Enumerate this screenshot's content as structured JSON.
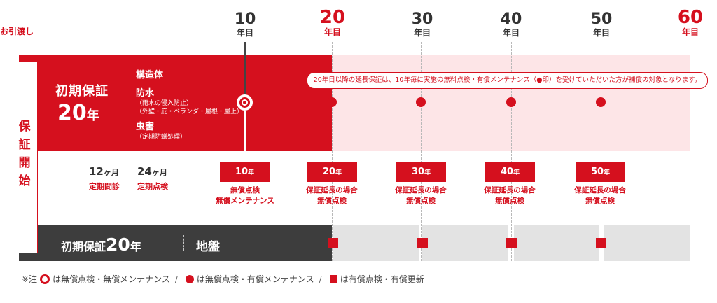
{
  "handover_label": "お引渡し",
  "years": [
    {
      "n": "10",
      "u": "年目"
    },
    {
      "n": "20",
      "u": "年目"
    },
    {
      "n": "30",
      "u": "年目"
    },
    {
      "n": "40",
      "u": "年目"
    },
    {
      "n": "50",
      "u": "年目"
    },
    {
      "n": "60",
      "u": "年目"
    }
  ],
  "warranty_start": "保証開始",
  "initial": {
    "title": "初期保証",
    "years_num": "20",
    "years_unit": "年",
    "items": [
      {
        "head": "構造体"
      },
      {
        "head": "防水",
        "sub1": "（雨水の侵入防止）",
        "sub2": "（外壁・庇・ベランダ・屋根・屋上）"
      },
      {
        "head": "虫害",
        "sub1": "（定期防蟻処理）"
      }
    ]
  },
  "callout": "20年目以降の延長保証は、10年毎に実施の無料点検・有償メンテナンス（●印）を受けていただいた方が補償の対象となります。",
  "early": [
    {
      "num": "12",
      "unit": "ヶ月",
      "label": "定期問診"
    },
    {
      "num": "24",
      "unit": "ヶ月",
      "label": "定期点検"
    }
  ],
  "milestones": [
    {
      "num": "10",
      "unit": "年",
      "line1": "無償点検",
      "line2": "無償メンテナンス"
    },
    {
      "num": "20",
      "unit": "年",
      "line1": "保証延長の場合",
      "line2": "無償点検"
    },
    {
      "num": "30",
      "unit": "年",
      "line1": "保証延長の場合",
      "line2": "無償点検"
    },
    {
      "num": "40",
      "unit": "年",
      "line1": "保証延長の場合",
      "line2": "無償点検"
    },
    {
      "num": "50",
      "unit": "年",
      "line1": "保証延長の場合",
      "line2": "無償点検"
    }
  ],
  "ground": {
    "title_a": "初期保証",
    "title_num": "20",
    "title_b": "年",
    "item": "地盤"
  },
  "legend": {
    "note": "※注",
    "ring_text": "は無償点検・無償メンテナンス",
    "dot_text": "は無償点検・有償メンテナンス",
    "sq_text": "は有償点検・有償更新",
    "slash": "/"
  },
  "colors": {
    "accent": "#d5101e",
    "pink": "#fde5e7",
    "dark": "#3d3d3d",
    "grey": "#e3e3e3"
  }
}
